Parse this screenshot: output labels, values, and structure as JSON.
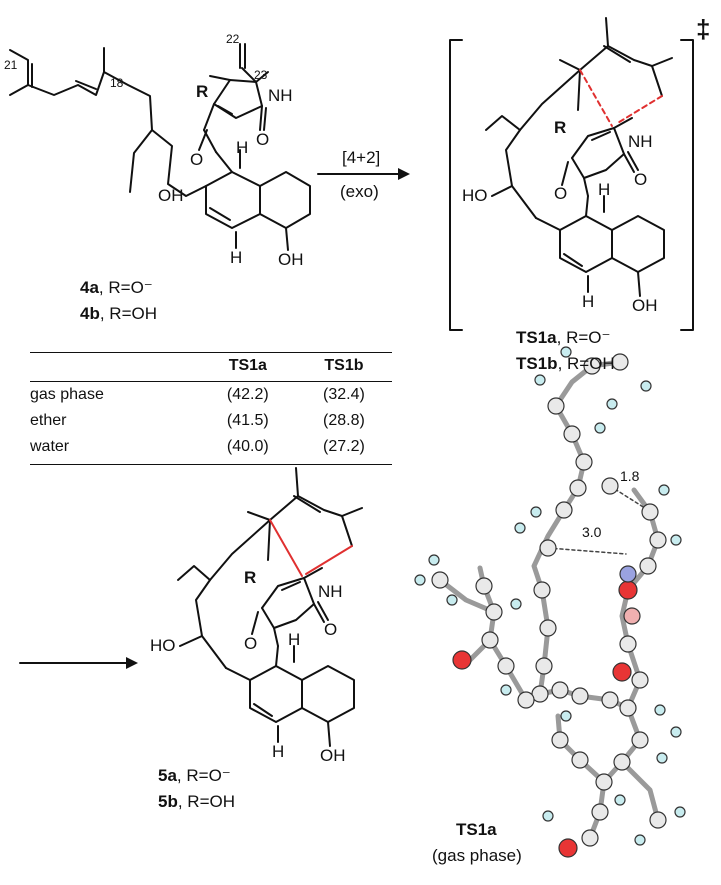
{
  "reactant": {
    "atom_labels": {
      "r": "R",
      "nh": "NH",
      "o_carbonyl": "O",
      "o_lactam": "O",
      "h_top": "H",
      "h_bottom": "H",
      "oh_ring": "OH",
      "oh_chain": "OH"
    },
    "numbers": {
      "c22": "22",
      "c23": "23",
      "c21": "21",
      "c18": "18"
    },
    "compound_a": {
      "id": "4a",
      "rest": ", R=O⁻"
    },
    "compound_b": {
      "id": "4b",
      "rest": ", R=OH"
    }
  },
  "reaction": {
    "top_label": "[4+2]",
    "bottom_label": "(exo)"
  },
  "transition_state": {
    "dagger": "‡",
    "atom_labels": {
      "r": "R",
      "nh": "NH",
      "o_carbonyl": "O",
      "o_lactam": "O",
      "h_top": "H",
      "h_bottom": "H",
      "oh_ring": "OH",
      "ho_chain": "HO"
    },
    "compound_a": {
      "id": "TS1a",
      "rest": ", R=O⁻"
    },
    "compound_b": {
      "id": "TS1b",
      "rest": ", R=OH"
    }
  },
  "table": {
    "headers": [
      "",
      "TS1a",
      "TS1b"
    ],
    "rows": [
      [
        "gas phase",
        "(42.2)",
        "(32.4)"
      ],
      [
        "ether",
        "(41.5)",
        "(28.8)"
      ],
      [
        "water",
        "(40.0)",
        "(27.2)"
      ]
    ]
  },
  "product": {
    "atom_labels": {
      "r": "R",
      "nh": "NH",
      "o_carbonyl": "O",
      "o_lactam": "O",
      "h_top": "H",
      "h_bottom": "H",
      "oh_ring": "OH",
      "ho_chain": "HO"
    },
    "compound_a": {
      "id": "5a",
      "rest": ", R=O⁻"
    },
    "compound_b": {
      "id": "5b",
      "rest": ", R=OH"
    }
  },
  "model_3d": {
    "distance_1": "1.8",
    "distance_2": "3.0",
    "caption_bold": "TS1a",
    "caption_sub": "(gas phase)"
  }
}
